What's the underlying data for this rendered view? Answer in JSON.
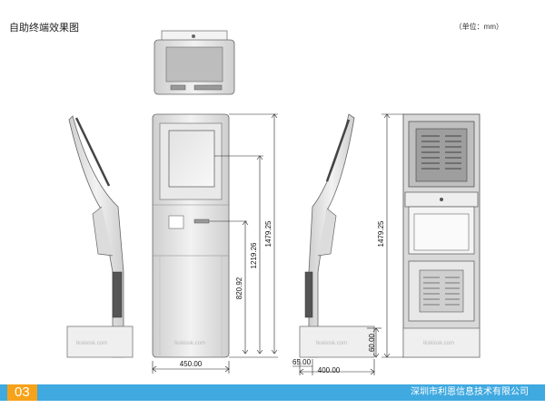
{
  "header": {
    "title": "自助终端效果图",
    "unit": "（单位：mm）"
  },
  "views": {
    "top": "top-view",
    "side_left": "side-view-left",
    "front": "front-view",
    "side_right": "side-view-right",
    "back": "back-view-open"
  },
  "watermark": "lkskiosk.com",
  "dimensions": {
    "total_height": "1479.25",
    "screen_height": "1219.26",
    "lower_height": "820.92",
    "front_width": "450.00",
    "side_depth": "400.00",
    "toe_depth": "65.00",
    "base_height": "60.00",
    "back_height": "1479.25"
  },
  "footer": {
    "page_number": "03",
    "company": "深圳市利恩信息技术有限公司"
  },
  "colors": {
    "footer_blue": "#3fa9e0",
    "page_orange": "#f6a21a",
    "kiosk_body": "#e6e6e6",
    "kiosk_dark": "#7a7a7a"
  }
}
